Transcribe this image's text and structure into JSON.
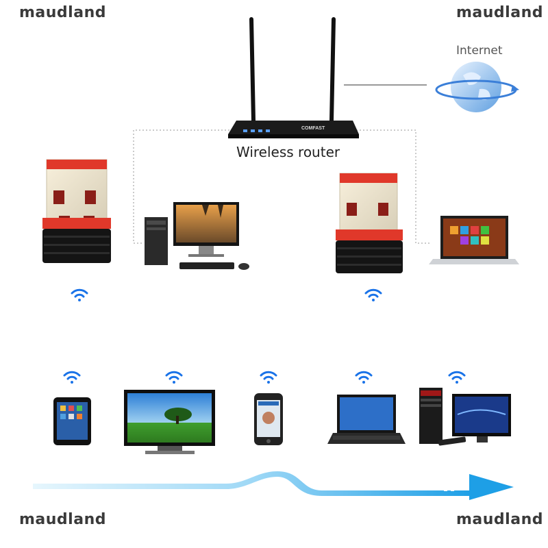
{
  "watermarks": {
    "top_left": "maudland",
    "top_right": "maudland",
    "bottom_left": "maudland",
    "bottom_right": "maudland"
  },
  "router": {
    "label": "Wireless router",
    "brand": "COMFAST"
  },
  "internet": {
    "label": "Internet"
  },
  "colors": {
    "wifi": "#1a73e8",
    "arrow": "#1ea0e8",
    "adapter_red": "#e0382a",
    "line": "#b5b5b5"
  },
  "devices_bottom": [
    "tablet-icon",
    "tv-icon",
    "smartphone-icon",
    "laptop-icon",
    "desktop-pc-icon"
  ]
}
